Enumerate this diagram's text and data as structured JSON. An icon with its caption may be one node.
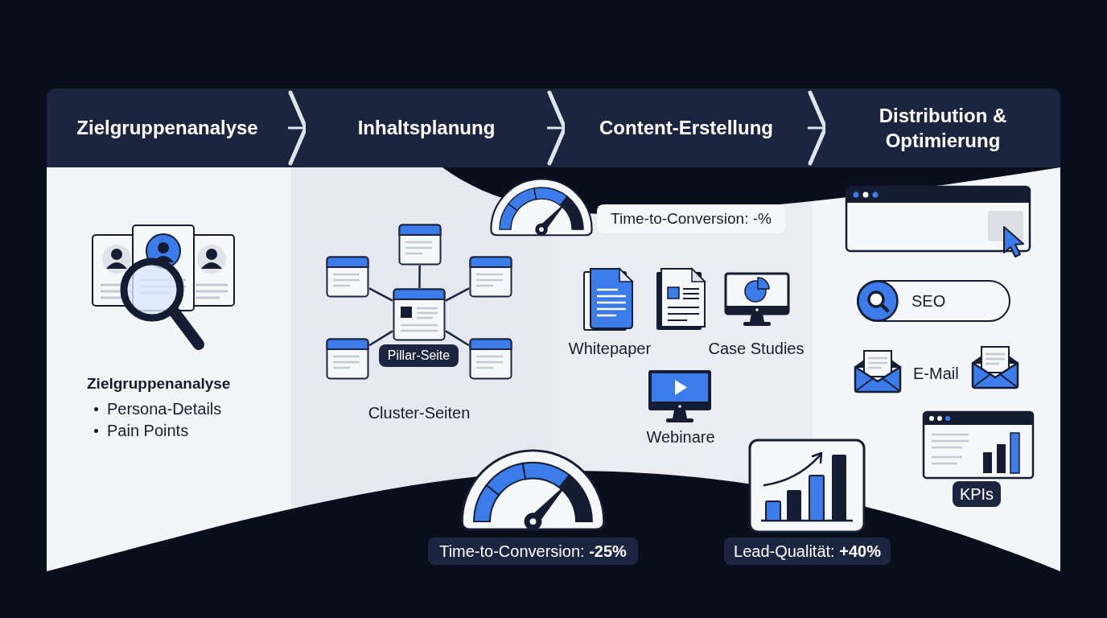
{
  "diagram": {
    "nodes": [
      {
        "text": [
          "Zielgruppenanalyse"
        ]
      },
      {
        "text": [
          "Inhaltsplanung"
        ]
      },
      {
        "text": [
          "Content-Erstellung"
        ]
      },
      {
        "text": [
          "Distribution & Optimierung"
        ]
      },
      {
        "text": [
          "Time-to-Conversion: -%"
        ]
      },
      {
        "text": [],
        "shape": "box"
      },
      {
        "text": [],
        "shape": "box"
      },
      {
        "text": [],
        "shape": "box"
      },
      {
        "text": [],
        "shape": "box"
      },
      {
        "text": [],
        "shape": "box"
      },
      {
        "text": [],
        "shape": "box"
      },
      {
        "text": [
          "Pillar-Seite"
        ]
      },
      {
        "text": [
          "SEO"
        ]
      },
      {
        "text": [
          "KPIs"
        ]
      },
      {
        "text": [
          "Time-to-Conversion: **-25%**"
        ]
      },
      {
        "text": [
          "Lead-Qualität: **+40%**"
        ]
      }
    ],
    "edges": [
      {
        "from": 0,
        "to": 1,
        "arrow": "to",
        "color": "#dfe3ea"
      },
      {
        "from": 1,
        "to": 2,
        "arrow": "to",
        "color": "#dfe3ea"
      },
      {
        "from": 2,
        "to": 3,
        "arrow": "to",
        "color": "#dfe3ea"
      },
      {
        "from": 8,
        "to": 5,
        "arrow": "none"
      },
      {
        "from": 8,
        "to": 6,
        "arrow": "none"
      },
      {
        "from": 8,
        "to": 7,
        "arrow": "none"
      },
      {
        "from": 8,
        "to": 9,
        "arrow": "none"
      },
      {
        "from": 8,
        "to": 10,
        "arrow": "none"
      }
    ],
    "labels": [
      "Zielgruppenanalyse",
      "Persona-Details",
      "Pain Points",
      "Cluster-Seiten",
      "Whitepaper",
      "Case Studies",
      "Webinare",
      "E-Mail"
    ]
  }
}
